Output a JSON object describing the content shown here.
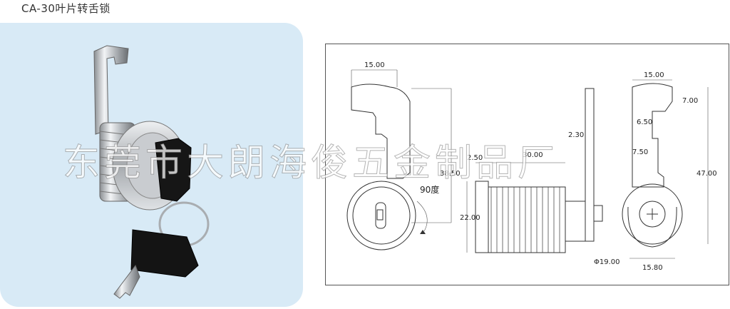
{
  "title": "CA-30叶片转舌锁",
  "watermark": "东莞市大朗海俊五金制品厂",
  "dimensions": {
    "front_width": "15.00",
    "front_height": "38.50",
    "rotation": "90度",
    "side_plate": "2.30",
    "washer": "2.50",
    "body_length": "30.00",
    "body_diameter": "22.00",
    "back_width": "15.00",
    "back_top": "7.00",
    "back_slot": "6.50",
    "back_offset": "7.50",
    "back_height": "47.00",
    "back_diameter": "Φ19.00",
    "back_flat": "15.80"
  }
}
